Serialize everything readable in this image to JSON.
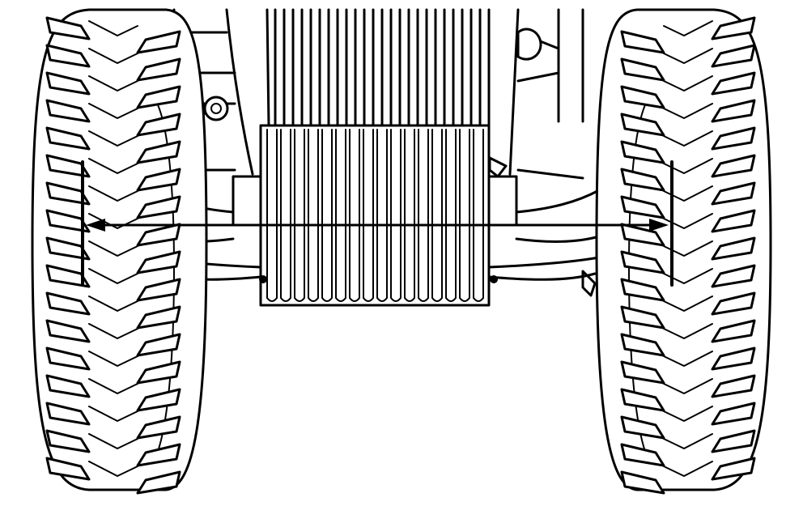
{
  "figure": {
    "subject": "tractor-front-view-wheel-track-width",
    "line_color": "#000000",
    "background_color": "#ffffff",
    "measurement": {
      "type": "double-arrow",
      "between": [
        "left-tire-center-mark",
        "right-tire-center-mark"
      ],
      "label": ""
    }
  }
}
